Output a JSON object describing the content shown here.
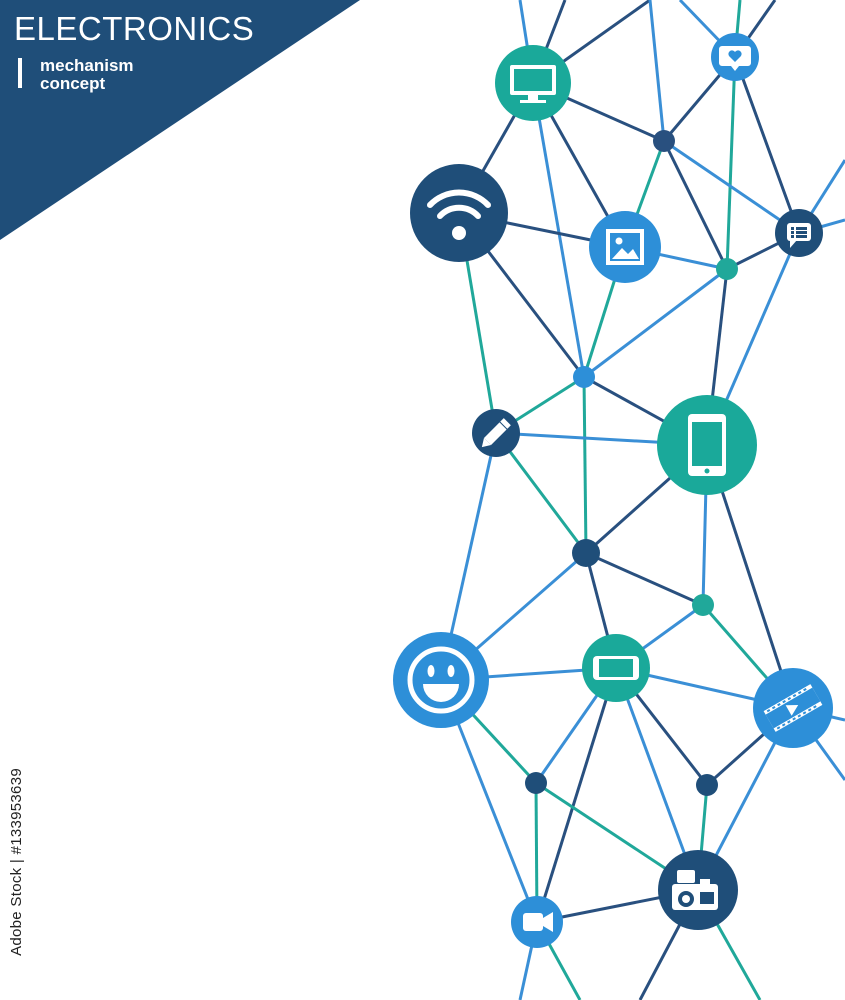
{
  "header": {
    "title": "ELECTRONICS",
    "subtitle_line1": "mechanism",
    "subtitle_line2": "concept"
  },
  "stock_id": "Adobe Stock | #133953639",
  "colors": {
    "navy": "#1f4e79",
    "blue": "#2d8fd8",
    "teal": "#1aa99a",
    "line_navy": "#29507f",
    "line_blue": "#3a8fd6",
    "line_teal": "#20a89a"
  },
  "icons": [
    "monitor-icon",
    "heart-chat-icon",
    "wifi-icon",
    "image-icon",
    "message-list-icon",
    "pencil-icon",
    "tablet-icon",
    "smiley-icon",
    "smartphone-icon",
    "film-icon",
    "camera-icon",
    "video-camera-icon"
  ]
}
